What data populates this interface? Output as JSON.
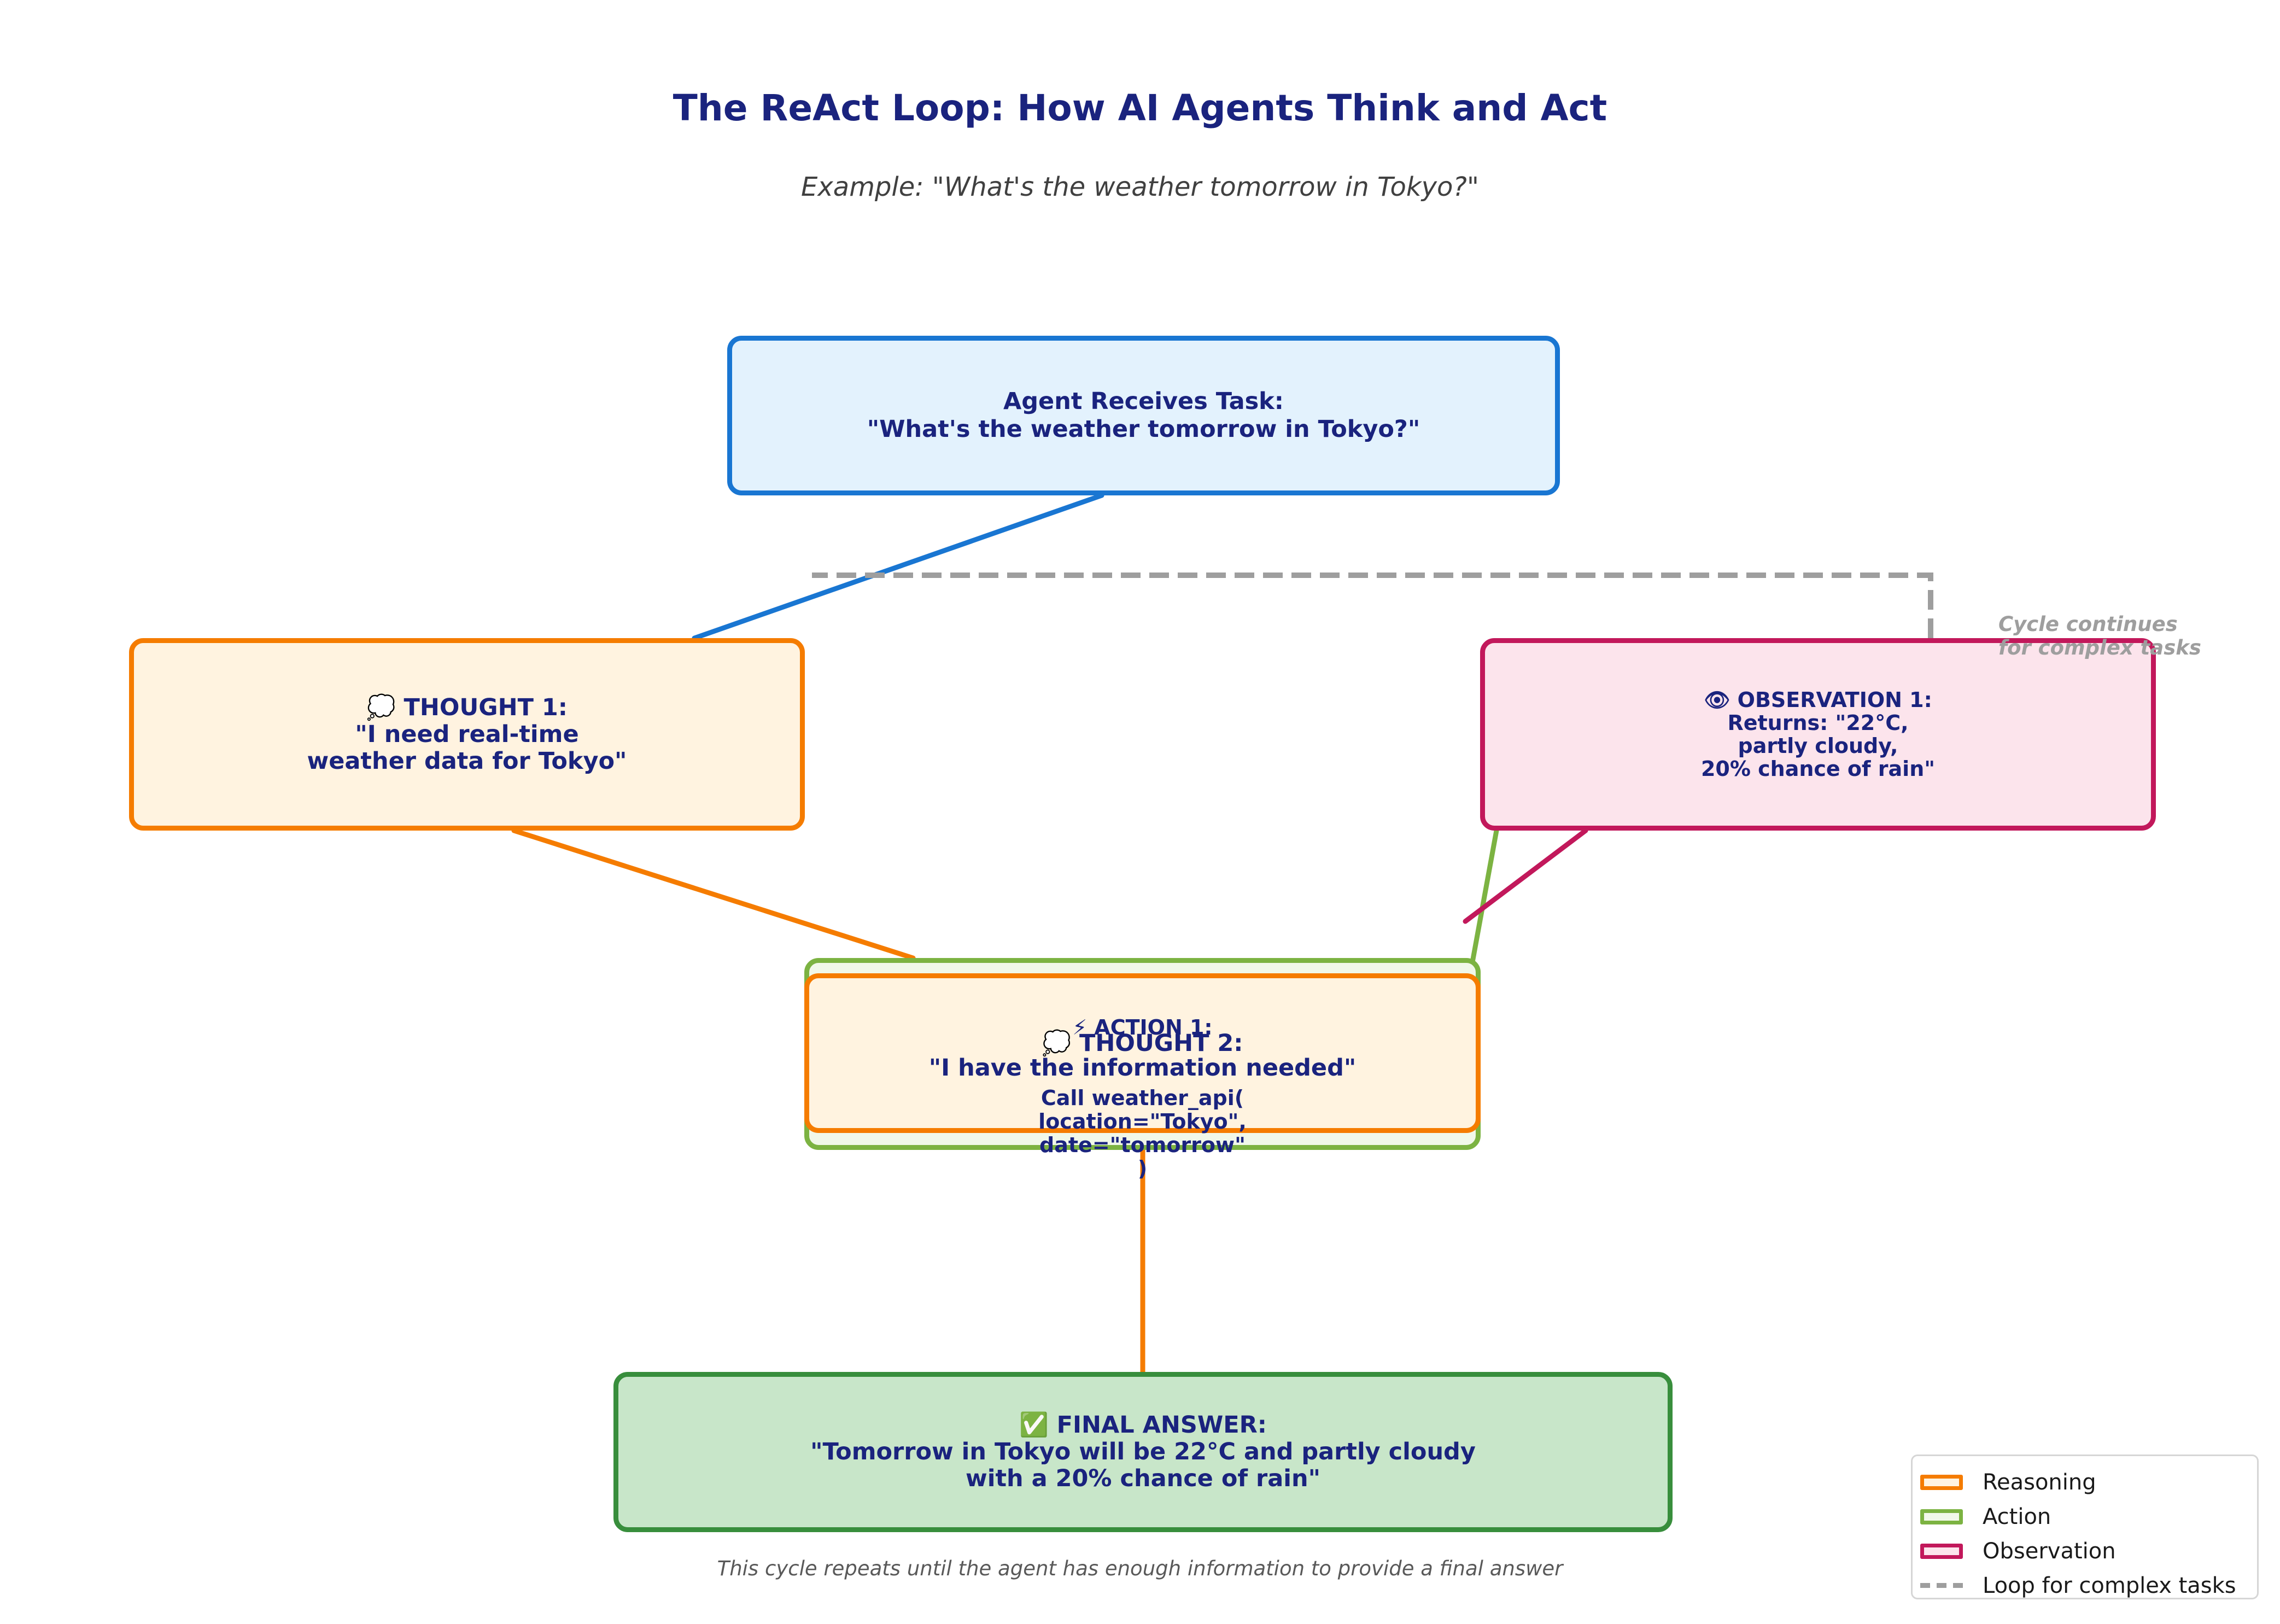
{
  "title": "The ReAct Loop: How AI Agents Think and Act",
  "subtitle": "Example: \"What's the weather tomorrow in Tokyo?\"",
  "nodes": {
    "task": {
      "head": "Agent Receives Task:",
      "body": "\"What's the weather tomorrow in Tokyo?\""
    },
    "thought1": {
      "head": "💭 THOUGHT 1:",
      "body": "\"I need real-time\nweather data for Tokyo\""
    },
    "observation1": {
      "head": "👁 OBSERVATION 1:",
      "body": "Returns: \"22°C,\npartly cloudy,\n20% chance of rain\""
    },
    "action1": {
      "head": "⚡ ACTION 1:",
      "body": "Call weather_api(\n  location=\"Tokyo\",\n  date=\"tomorrow\"\n)"
    },
    "thought2": {
      "head": "💭 THOUGHT 2:",
      "body": "\"I have the information needed\""
    },
    "final": {
      "head": "✅ FINAL ANSWER:",
      "body": "\"Tomorrow in Tokyo will be 22°C and partly cloudy\nwith a 20% chance of rain\""
    }
  },
  "cycle_note": "Cycle continues\nfor complex tasks",
  "footer": "This cycle repeats until the agent has enough information to provide a final answer",
  "legend": [
    {
      "label": "Reasoning",
      "color": "#f57c00"
    },
    {
      "label": "Action",
      "color": "#7cb342"
    },
    {
      "label": "Observation",
      "color": "#c2185b"
    },
    {
      "label": "Loop for complex tasks",
      "color": "#9e9e9e"
    }
  ],
  "colors": {
    "title": "#1a237e",
    "task": "#1976d2",
    "reasoning": "#f57c00",
    "action": "#7cb342",
    "observation": "#c2185b",
    "final": "#388e3c",
    "loop": "#9e9e9e"
  }
}
